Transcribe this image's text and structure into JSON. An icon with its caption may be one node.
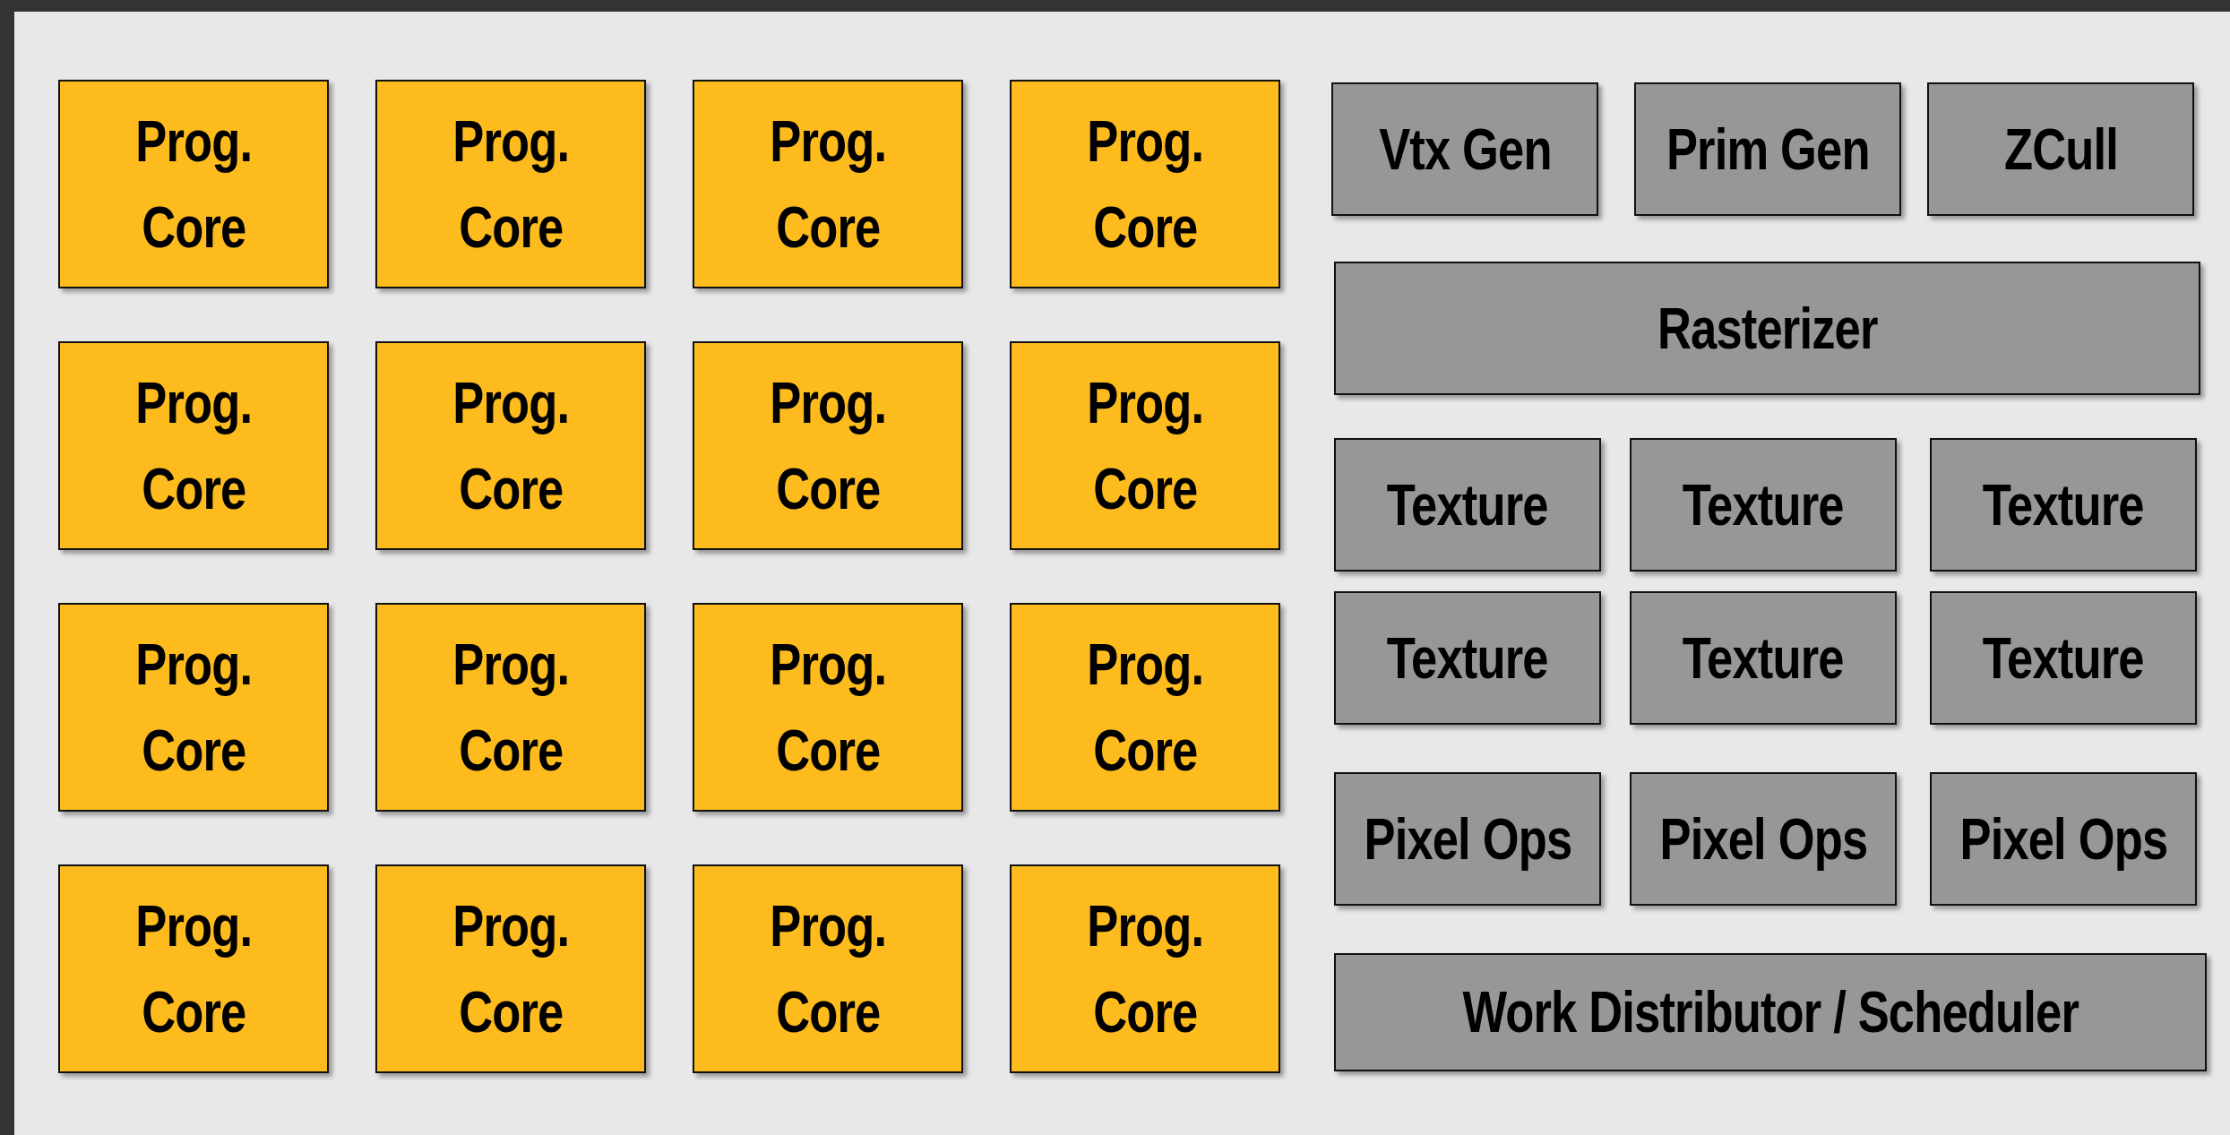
{
  "diagram": {
    "nodes": [
      {
        "text": [
          "Prog. Core"
        ]
      },
      {
        "text": [
          "Prog. Core"
        ]
      },
      {
        "text": [
          "Prog. Core"
        ]
      },
      {
        "text": [
          "Prog. Core"
        ]
      },
      {
        "text": [
          "Prog. Core"
        ]
      },
      {
        "text": [
          "Prog. Core"
        ]
      },
      {
        "text": [
          "Prog. Core"
        ]
      },
      {
        "text": [
          "Prog. Core"
        ]
      },
      {
        "text": [
          "Prog. Core"
        ]
      },
      {
        "text": [
          "Prog. Core"
        ]
      },
      {
        "text": [
          "Prog. Core"
        ]
      },
      {
        "text": [
          "Prog. Core"
        ]
      },
      {
        "text": [
          "Prog. Core"
        ]
      },
      {
        "text": [
          "Prog. Core"
        ]
      },
      {
        "text": [
          "Prog. Core"
        ]
      },
      {
        "text": [
          "Prog. Core"
        ]
      },
      {
        "text": [
          "Vtx Gen"
        ]
      },
      {
        "text": [
          "Prim Gen"
        ]
      },
      {
        "text": [
          "ZCull"
        ]
      },
      {
        "text": [
          "Rasterizer"
        ]
      },
      {
        "text": [
          "Texture"
        ]
      },
      {
        "text": [
          "Texture"
        ]
      },
      {
        "text": [
          "Texture"
        ]
      },
      {
        "text": [
          "Texture"
        ]
      },
      {
        "text": [
          "Texture"
        ]
      },
      {
        "text": [
          "Texture"
        ]
      },
      {
        "text": [
          "Pixel Ops"
        ]
      },
      {
        "text": [
          "Pixel Ops"
        ]
      },
      {
        "text": [
          "Pixel Ops"
        ]
      },
      {
        "text": [
          "Work Distributor / Scheduler"
        ]
      }
    ]
  }
}
